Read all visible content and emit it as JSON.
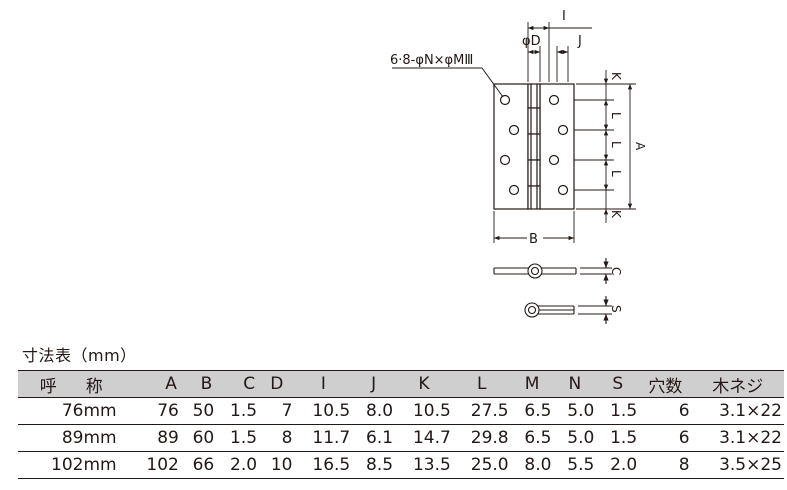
{
  "diagram": {
    "callout_label": "6·8-φN×φMⅢ",
    "dim_labels": {
      "I": "I",
      "phiD": "φD",
      "J": "J",
      "K_top": "K",
      "L1": "L",
      "L2": "L",
      "L3": "L",
      "A": "A",
      "K_bottom": "K",
      "B": "B",
      "C": "C",
      "S": "S"
    }
  },
  "table": {
    "caption": "寸法表（mm）",
    "headers": [
      "呼　称",
      "A",
      "B",
      "C",
      "D",
      "I",
      "J",
      "K",
      "L",
      "M",
      "N",
      "S",
      "穴数",
      "木ネジ"
    ],
    "rows": [
      [
        "76mm",
        "76",
        "50",
        "1.5",
        "7",
        "10.5",
        "8.0",
        "10.5",
        "27.5",
        "6.5",
        "5.0",
        "1.5",
        "6",
        "3.1×22"
      ],
      [
        "89mm",
        "89",
        "60",
        "1.5",
        "8",
        "11.7",
        "6.1",
        "14.7",
        "29.8",
        "6.5",
        "5.0",
        "1.5",
        "6",
        "3.1×22"
      ],
      [
        "102mm",
        "102",
        "66",
        "2.0",
        "10",
        "16.5",
        "8.5",
        "13.5",
        "25.0",
        "8.0",
        "5.5",
        "2.0",
        "8",
        "3.5×25"
      ]
    ]
  }
}
